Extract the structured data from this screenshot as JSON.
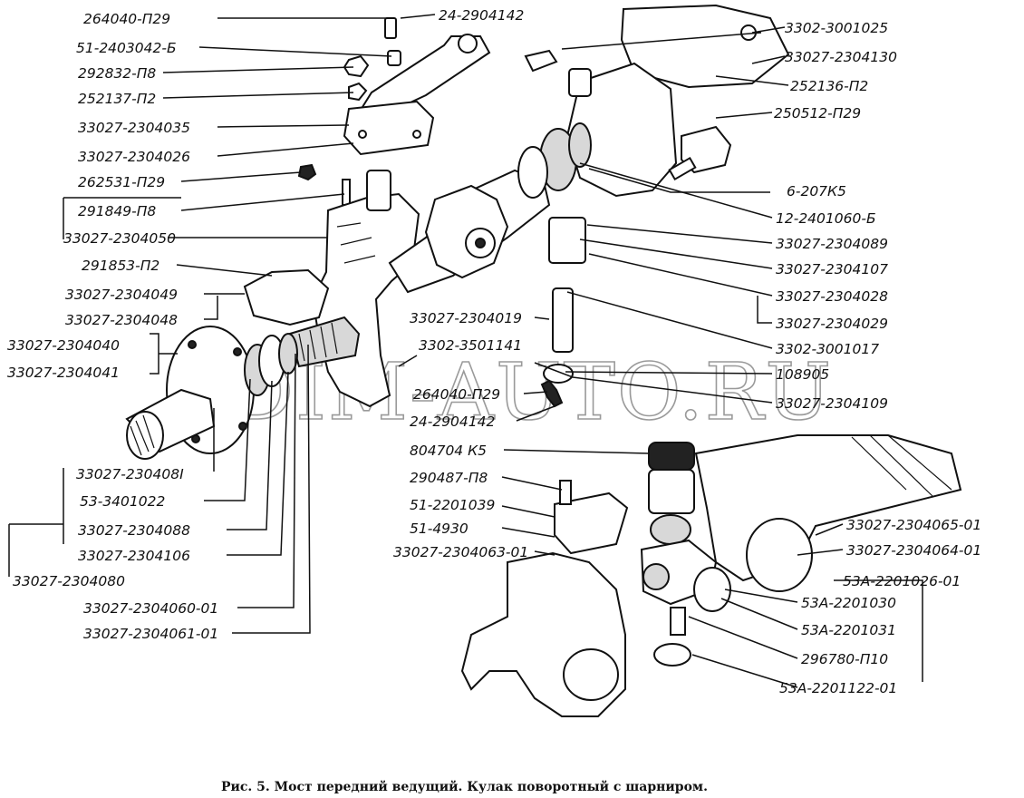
{
  "labels_left": [
    "264040-П29",
    "51-2403042-Б",
    "292832-П8",
    "252137-П2",
    "33027-2304035",
    "33027-2304026",
    "262531-П29",
    "291849-П8",
    "33027-2304050",
    "291853-П2",
    "33027-2304049",
    "33027-2304048",
    "33027-2304040",
    "33027-2304041"
  ],
  "labels_left_bottom": [
    "33027-230408І",
    "53-3401022",
    "33027-2304088",
    "33027-2304106",
    "33027-2304080",
    "33027-2304060-01",
    "33027-2304061-01"
  ],
  "labels_center": [
    "24-2904142",
    "33027-2304019",
    "3302-3501141",
    "264040-П29",
    "24-2904142",
    "804704 К5",
    "290487-П8",
    "51-2201039",
    "51-4930",
    "33027-2304063-01"
  ],
  "labels_right": [
    "3302-3001025",
    "33027-2304130",
    "252136-П2",
    "250512-П29",
    "6-207К5",
    "12-2401060-Б",
    "33027-2304089",
    "33027-2304107",
    "33027-2304028",
    "33027-2304029",
    "3302-3001017",
    "108905",
    "33027-2304109"
  ],
  "labels_right_bottom": [
    "33027-2304065-01",
    "33027-2304064-01",
    "53А-2201026-01",
    "53А-2201030",
    "53А-2201031",
    "296780-П10",
    "53А-2201122-01"
  ],
  "watermark": "DIM-AUTO.RU",
  "caption": "Рис. 5. Мост передний ведущий. Кулак поворотный с шарниром."
}
